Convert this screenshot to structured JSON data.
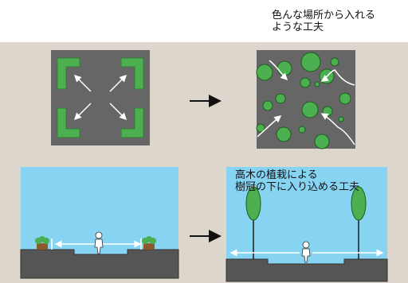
{
  "top_caption": {
    "line1": "色んな場所から入れる",
    "line2": "ような工夫"
  },
  "bottom_caption": {
    "line1": "高木の植栽による",
    "line2": "樹冠の下に入り込める工夫"
  },
  "colors": {
    "panel": "#ddd6cc",
    "plaza": "#666666",
    "green": "#4caf50",
    "green_dark": "#1b5e20",
    "sky": "#87d3f2",
    "ground": "#555555",
    "arrow": "#ffffff",
    "flow_arrow": "#111111"
  },
  "icons": [
    "corner-planter-icon",
    "tree-icon",
    "person-icon",
    "shrub-icon",
    "right-arrow-icon"
  ]
}
